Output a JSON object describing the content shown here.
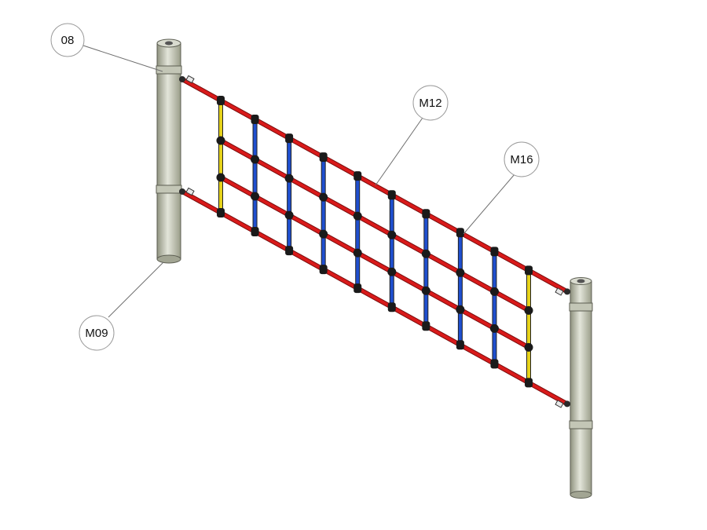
{
  "callouts": [
    {
      "id": "c08",
      "label": "08"
    },
    {
      "id": "c12",
      "label": "M12"
    },
    {
      "id": "c16",
      "label": "M16"
    },
    {
      "id": "c09",
      "label": "M09"
    }
  ],
  "colors": {
    "post_fill": "#b9bcac",
    "post_shadow": "#8f927f",
    "post_highlight": "#e3e5da",
    "rope_red": "#d91a1a",
    "rope_blue": "#1f4fcf",
    "rope_yellow": "#e6d21a",
    "joint": "#1a1a1a",
    "leader": "#6e6e6e",
    "bubble_stroke": "#9a9a9a"
  }
}
